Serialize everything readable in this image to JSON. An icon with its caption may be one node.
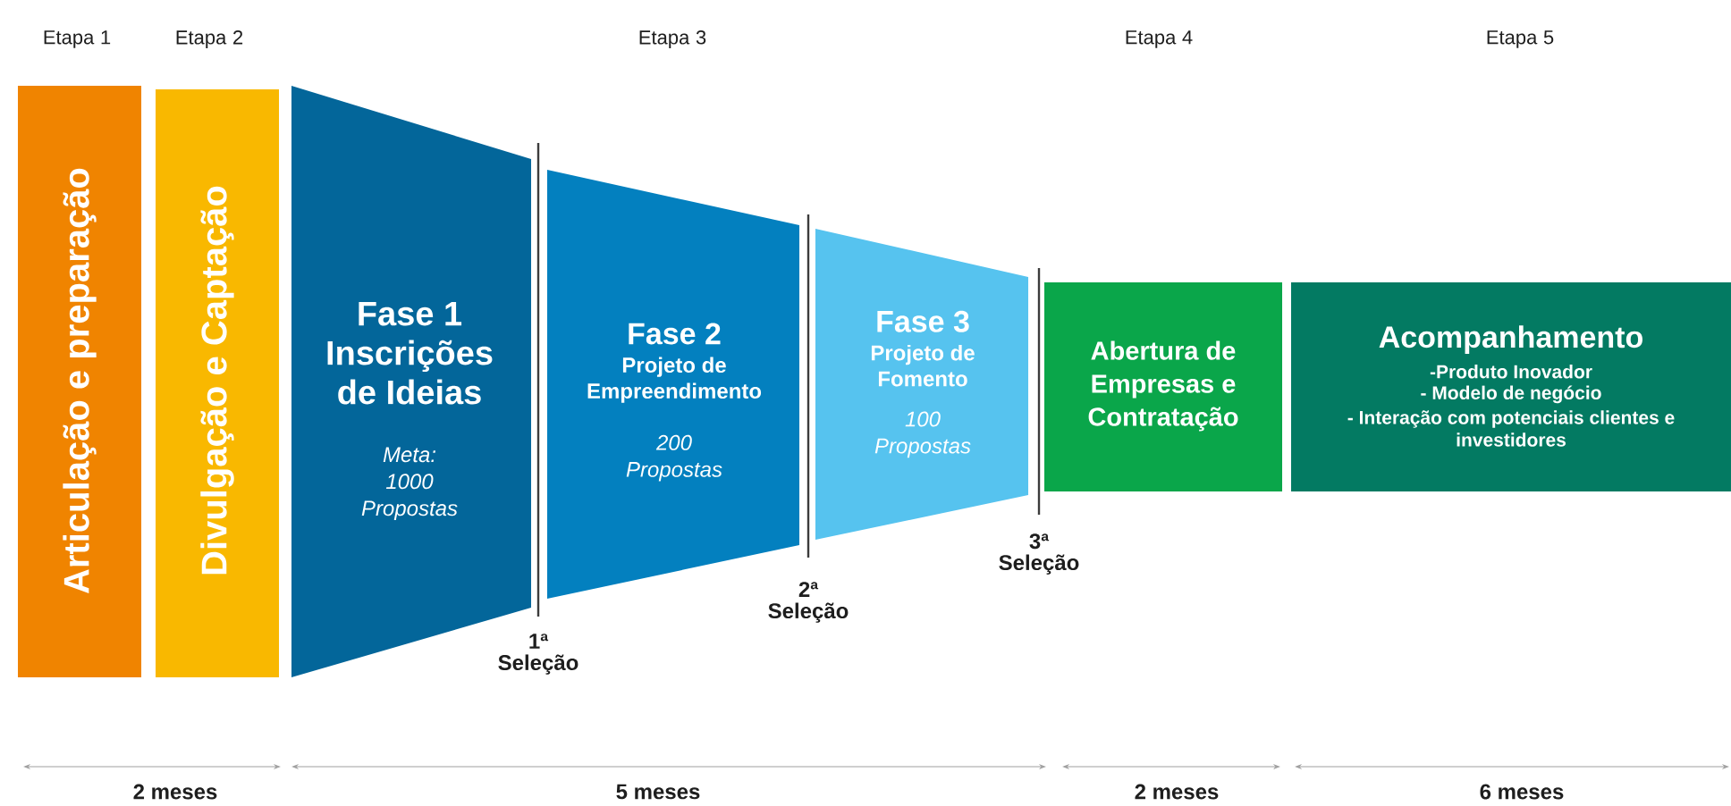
{
  "diagram": {
    "nodes": [
      {
        "text": [
          "Articulação e preparação"
        ]
      },
      {
        "text": [
          "Divulgação e Captação"
        ]
      },
      {
        "text": [
          "Fase 1 Inscrições de Ideias",
          "Meta: 1000 Propostas"
        ]
      },
      {
        "text": [
          "Fase 2",
          "Projeto de Empreendimento",
          "200 Propostas"
        ]
      },
      {
        "text": [
          "Fase 3",
          "Projeto de Fomento",
          "100 Propostas"
        ]
      },
      {
        "text": [
          "Abertura de Empresas e Contratação"
        ]
      },
      {
        "text": [
          "Acompanhamento",
          "-Produto Inovador",
          "- Modelo de negócio",
          "- Interação com potenciais clientes e investidores"
        ]
      }
    ],
    "labels": [
      "Etapa 1",
      "Etapa 2",
      "Etapa 3",
      "Etapa 4",
      "Etapa 5",
      "1ª Seleção",
      "2ª Seleção",
      "3ª Seleção",
      "2 meses",
      "5 meses",
      "2 meses",
      "6 meses"
    ]
  }
}
